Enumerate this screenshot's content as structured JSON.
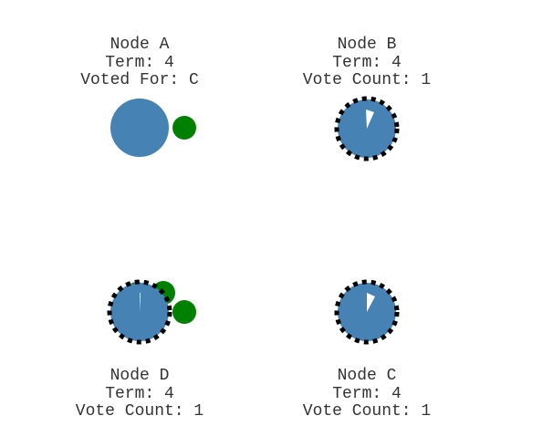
{
  "colors": {
    "node_fill": "#4682b4",
    "message_fill": "#008000",
    "candidate_border": "#000000",
    "timer_fill": "#ffffff",
    "text": "#333333"
  },
  "nodes": [
    {
      "id": "A",
      "name": "Node A",
      "term": "Term: 4",
      "detail": "Voted For: C",
      "role": "follower"
    },
    {
      "id": "B",
      "name": "Node B",
      "term": "Term: 4",
      "detail": "Vote Count: 1",
      "role": "candidate"
    },
    {
      "id": "D",
      "name": "Node D",
      "term": "Term: 4",
      "detail": "Vote Count: 1",
      "role": "candidate"
    },
    {
      "id": "C",
      "name": "Node C",
      "term": "Term: 4",
      "detail": "Vote Count: 1",
      "role": "candidate"
    }
  ]
}
